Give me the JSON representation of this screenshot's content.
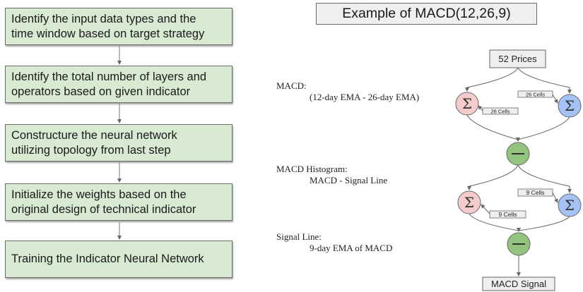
{
  "flowchart": {
    "steps": [
      {
        "line1": "Identify the input data types and the",
        "line2": "time window based on target strategy"
      },
      {
        "line1": "Identify the total number of layers and",
        "line2": "operators based on given indicator"
      },
      {
        "line1": "Constructure the neural network",
        "line2": "utilizing topology from last step"
      },
      {
        "line1": "Initialize the weights based on the",
        "line2": "original design of technical indicator"
      },
      {
        "line1": "Training the Indicator Neural Network",
        "line2": ""
      }
    ]
  },
  "example": {
    "title": "Example of MACD(12,26,9)",
    "notes": [
      {
        "head": "MACD:",
        "sub": "(12-day EMA - 26-day EMA)"
      },
      {
        "head": "MACD Histogram:",
        "sub": "MACD - Signal Line"
      },
      {
        "head": "Signal Line:",
        "sub": "9-day EMA of MACD"
      }
    ]
  },
  "network": {
    "input_label": "52 Prices",
    "output_label": "MACD Signal",
    "sum_symbol": "Σ",
    "minus_symbol": "−",
    "layer1": {
      "left_cells": "26 Cells",
      "right_cells": "26 Cells"
    },
    "layer2": {
      "left_cells": "9 Cells",
      "right_cells": "9 Cells"
    },
    "colors": {
      "sum_left": "#f4cccc",
      "sum_right": "#a4c2f4",
      "minus": "#93c47d",
      "step_box": "#d9ead3",
      "label_box": "#efefef",
      "stroke": "#666666"
    }
  }
}
